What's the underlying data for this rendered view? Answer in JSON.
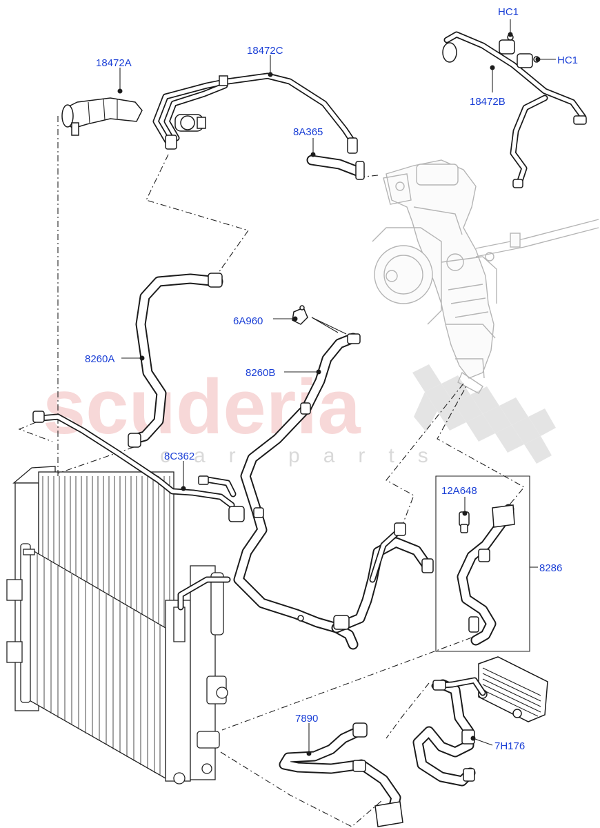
{
  "watermark": {
    "brand": "scuderia",
    "sub": "car parts"
  },
  "labels": {
    "p18472A": "18472A",
    "p18472C": "18472C",
    "pHC1_top": "HC1",
    "pHC1_right": "HC1",
    "p18472B": "18472B",
    "p8A365": "8A365",
    "p6A960": "6A960",
    "p8260A": "8260A",
    "p8260B": "8260B",
    "p8C362": "8C362",
    "p12A648": "12A648",
    "p8286": "8286",
    "p7890": "7890",
    "p7H176": "7H176"
  },
  "colors": {
    "label": "#1a3fd6",
    "line": "#1b1b1b",
    "ghost": "#b5b5b5",
    "watermark": "#f2b9b9"
  }
}
